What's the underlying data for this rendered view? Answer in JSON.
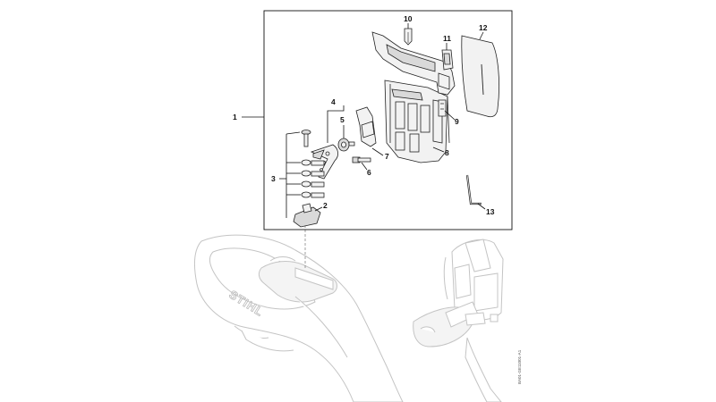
{
  "diagram": {
    "callouts": [
      "1",
      "2",
      "3",
      "4",
      "5",
      "6",
      "7",
      "8",
      "9",
      "10",
      "11",
      "12",
      "13"
    ],
    "brand_text": "STIHL",
    "drawing_code": "BA01-GE11001-A1"
  }
}
